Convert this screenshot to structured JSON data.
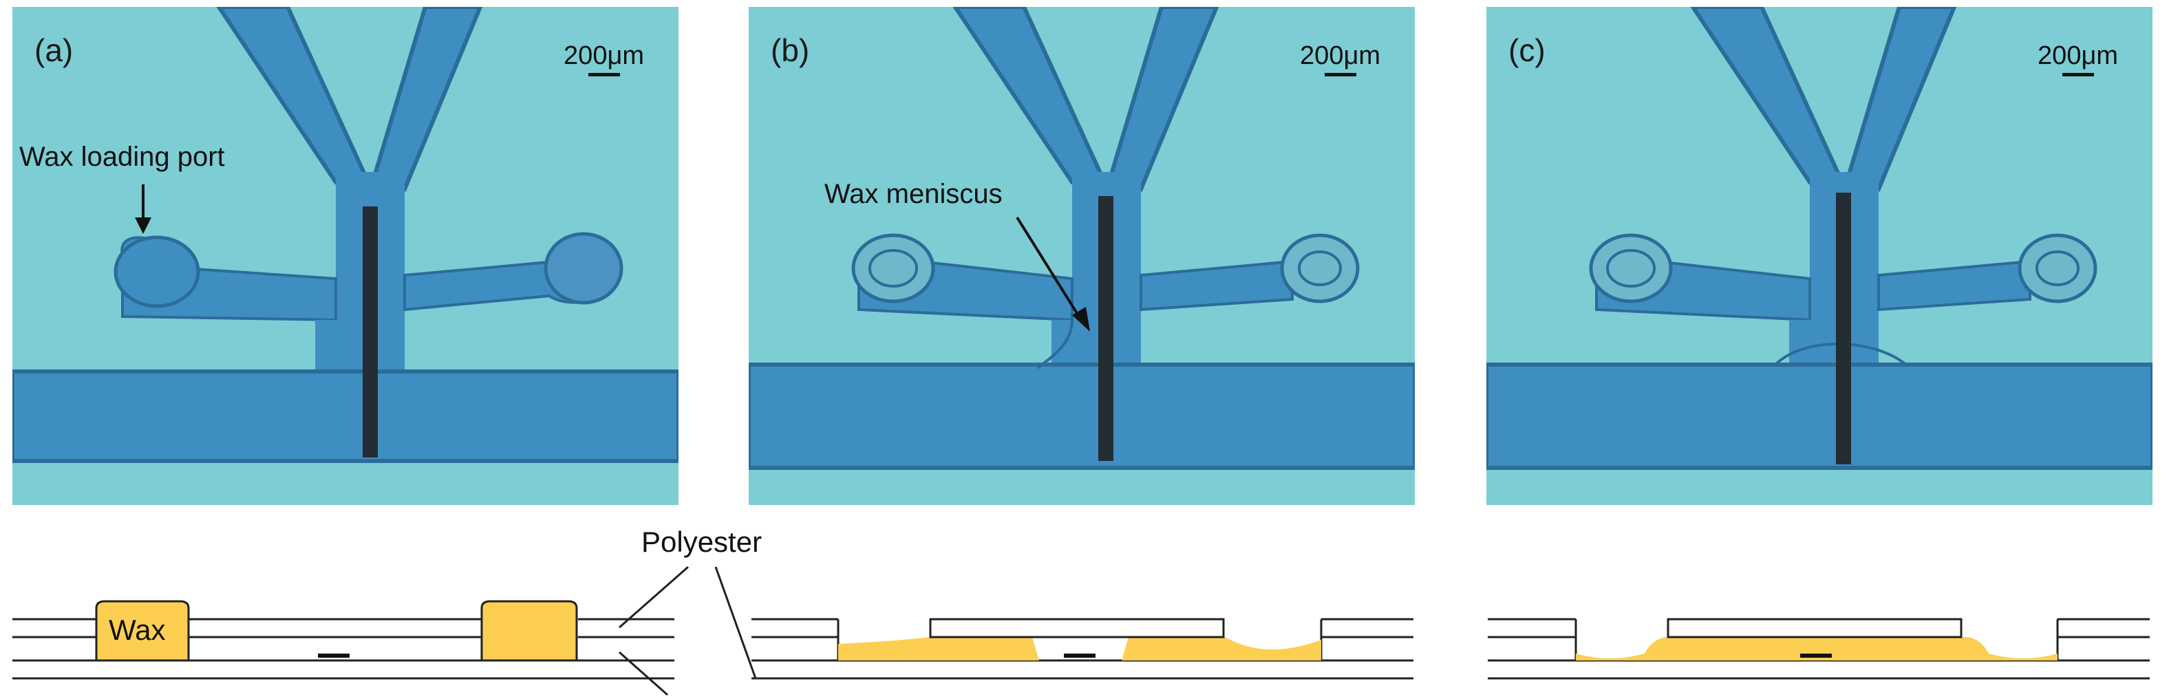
{
  "panels": [
    {
      "label": "(a)",
      "scale_bar": "200μm",
      "annotation": "Wax loading port"
    },
    {
      "label": "(b)",
      "scale_bar": "200μm",
      "annotation": "Wax meniscus"
    },
    {
      "label": "(c)",
      "scale_bar": "200μm",
      "annotation": ""
    }
  ],
  "diagram": {
    "layer_label": "Polyester",
    "wax_label": "Wax"
  },
  "colors": {
    "background_cyan": "#7ccfd6",
    "channel_blue": "#3d8cc0",
    "channel_dark": "#2a6f9f",
    "wax_yellow": "#fccf52",
    "electrode": "#222222"
  }
}
